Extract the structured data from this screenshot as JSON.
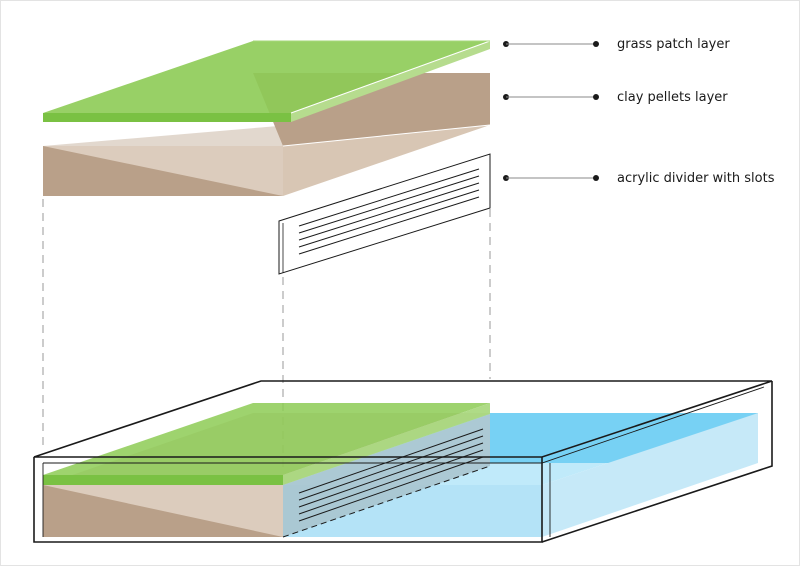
{
  "labels": {
    "grass": "grass patch layer",
    "clay": "clay pellets layer",
    "divider": "acrylic divider with slots"
  },
  "colors": {
    "grass": "#7ac143",
    "grass_light": "#b6dc8e",
    "clay": "#b9a089",
    "clay_light": "#dcccbd",
    "water": "#5ec8f2",
    "water_light": "#b4e3f7",
    "outline": "#1a1a1a",
    "dash": "#9a9a9a"
  }
}
